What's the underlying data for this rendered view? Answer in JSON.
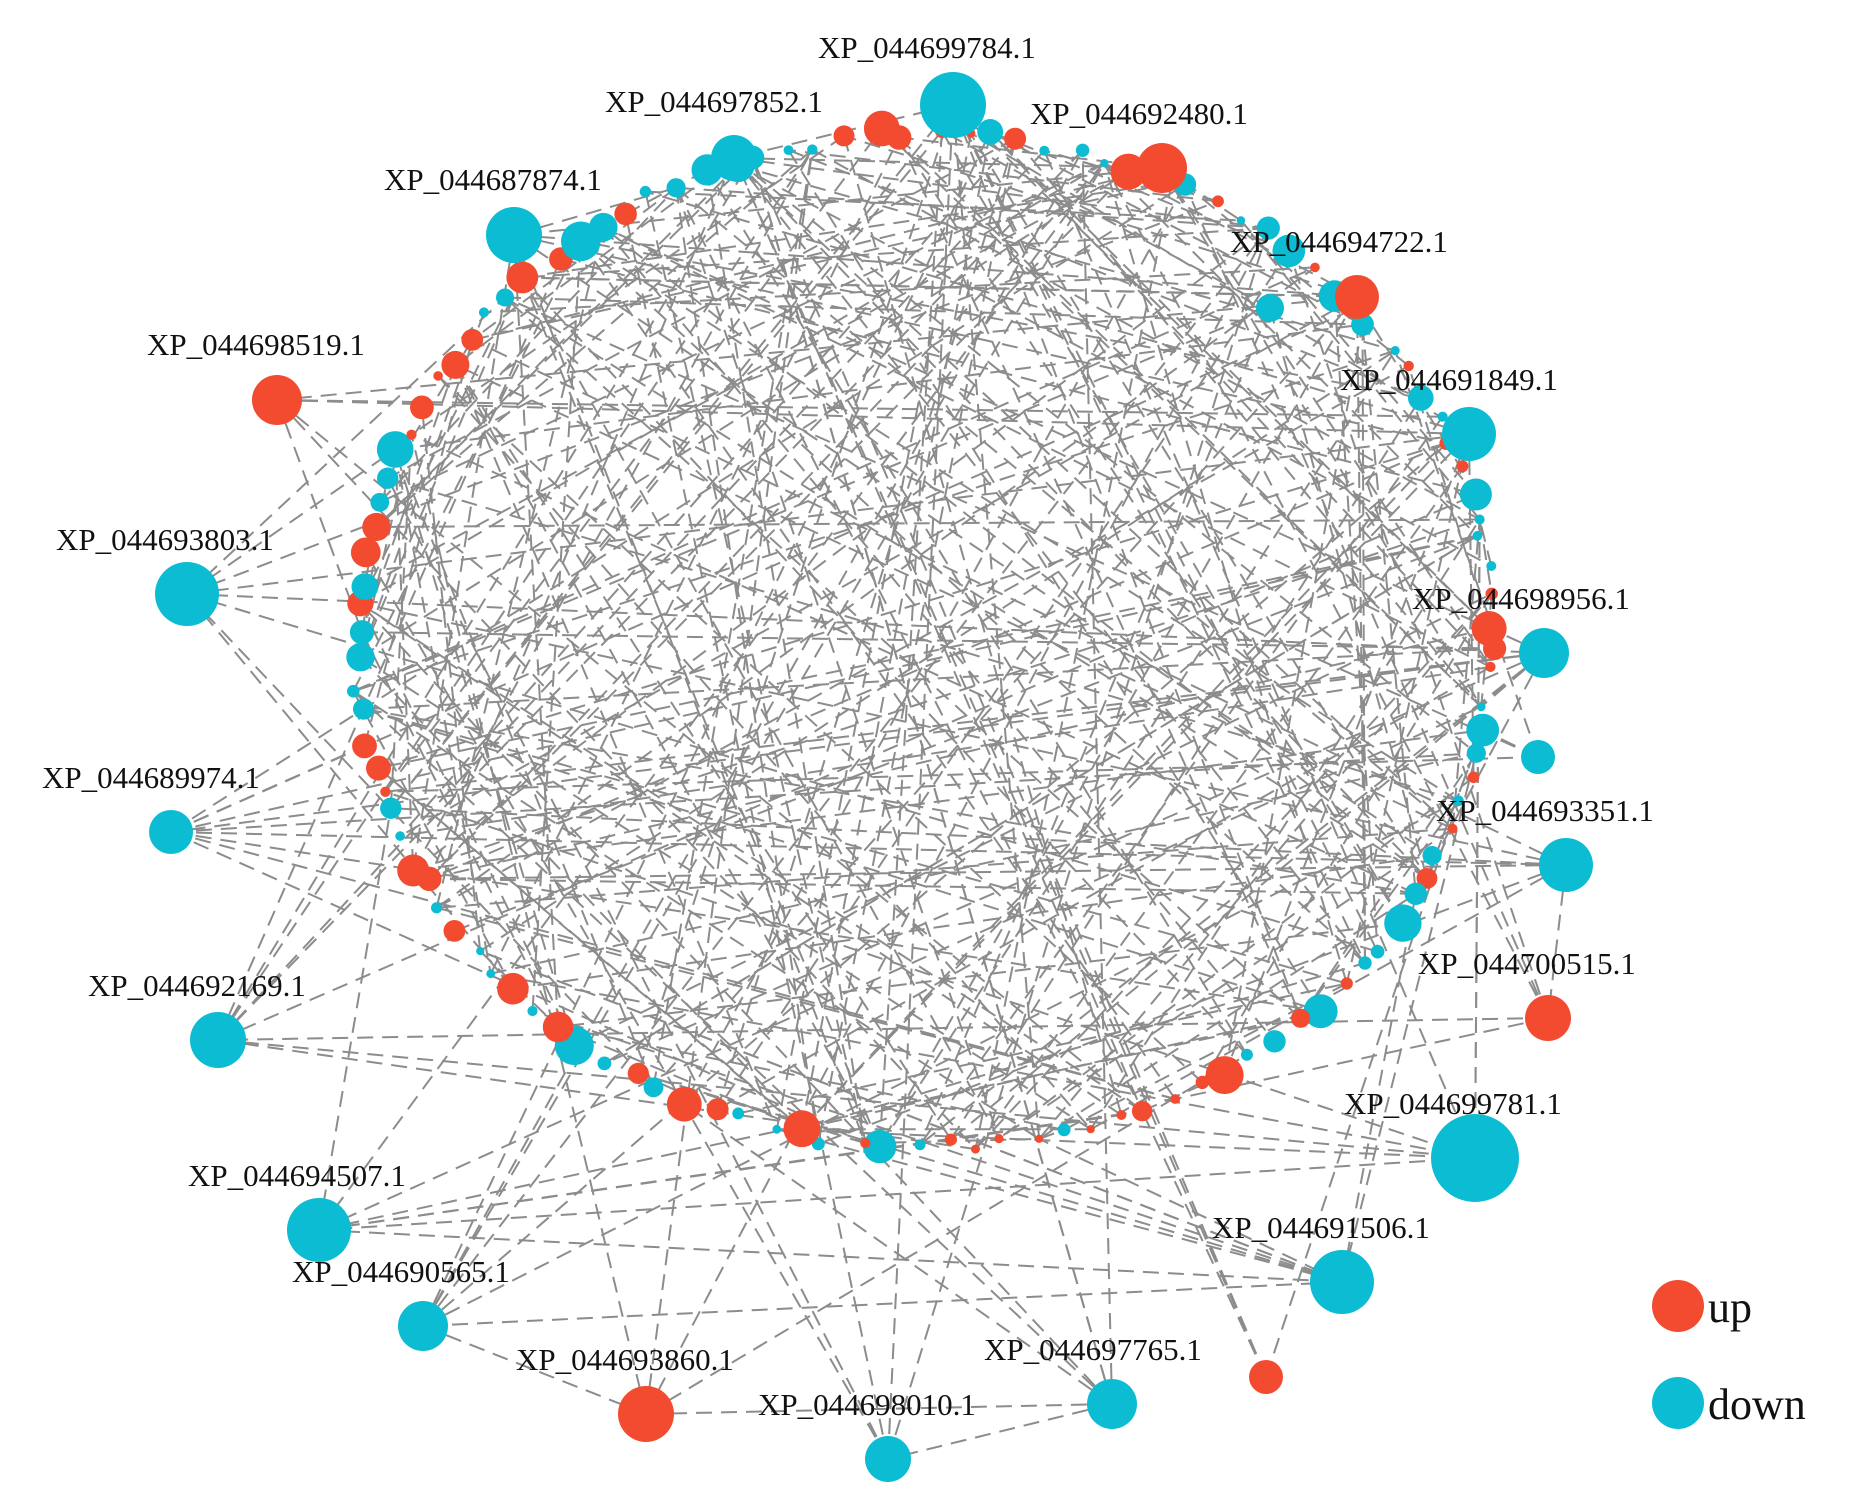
{
  "colors": {
    "up": "#f24b30",
    "down": "#0bbcd3",
    "edge": "#8c8c8c"
  },
  "legend": [
    {
      "key": "up",
      "label": "up"
    },
    {
      "key": "down",
      "label": "down"
    }
  ],
  "hubs": [
    {
      "id": "XP_044699784.1",
      "reg": "down"
    },
    {
      "id": "XP_044697852.1",
      "reg": "down"
    },
    {
      "id": "XP_044692480.1",
      "reg": "up"
    },
    {
      "id": "XP_044687874.1",
      "reg": "down"
    },
    {
      "id": "XP_044694722.1",
      "reg": "up"
    },
    {
      "id": "XP_044698519.1",
      "reg": "up"
    },
    {
      "id": "XP_044691849.1",
      "reg": "down"
    },
    {
      "id": "XP_044693803.1",
      "reg": "down"
    },
    {
      "id": "XP_044698956.1",
      "reg": "down"
    },
    {
      "id": "XP_044689974.1",
      "reg": "down"
    },
    {
      "id": "XP_044693351.1",
      "reg": "down"
    },
    {
      "id": "XP_044700515.1",
      "reg": "up"
    },
    {
      "id": "XP_044692169.1",
      "reg": "down"
    },
    {
      "id": "XP_044699781.1",
      "reg": "down"
    },
    {
      "id": "XP_044694507.1",
      "reg": "down"
    },
    {
      "id": "XP_044691506.1",
      "reg": "down"
    },
    {
      "id": "XP_044690565.1",
      "reg": "down"
    },
    {
      "id": "XP_044693860.1",
      "reg": "up"
    },
    {
      "id": "XP_044697765.1",
      "reg": "down"
    },
    {
      "id": "XP_044698010.1",
      "reg": "down"
    }
  ]
}
